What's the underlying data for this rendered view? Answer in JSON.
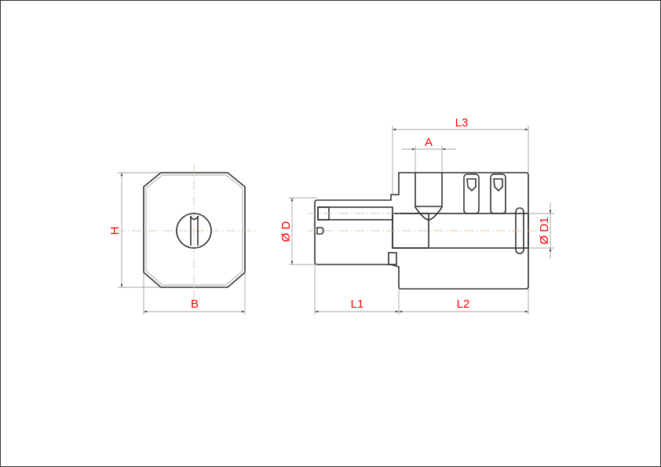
{
  "drawing": {
    "dimensions": {
      "H": "H",
      "B": "B",
      "D": "D",
      "D1": "D1",
      "A": "A",
      "L1": "L1",
      "L2": "L2",
      "L3": "L3",
      "diameter_symbol": "Ø"
    },
    "colors": {
      "dimension_text": "#ff0000",
      "outline": "#333333",
      "centerline": "#d9b89a"
    }
  }
}
